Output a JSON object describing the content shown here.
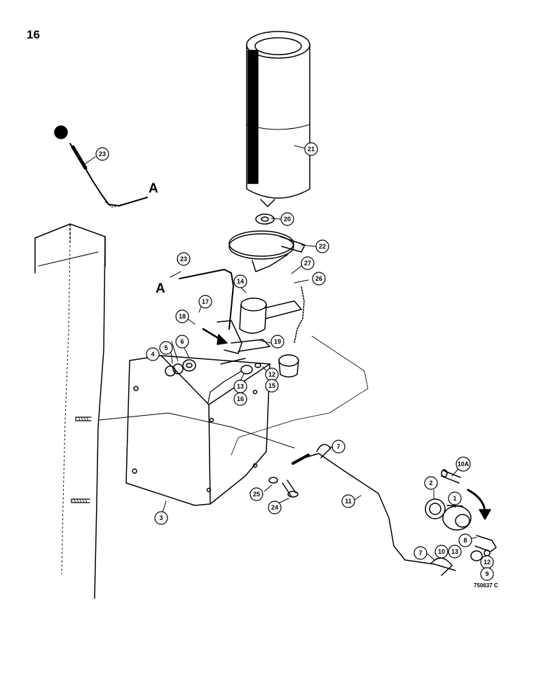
{
  "page_number": "16",
  "figure_code": "750637 C",
  "reference_letter": "A",
  "callouts": [
    "23",
    "21",
    "20",
    "22",
    "23",
    "27",
    "26",
    "14",
    "17",
    "18",
    "19",
    "5",
    "6",
    "4",
    "12",
    "13",
    "15",
    "16",
    "7",
    "10A",
    "2",
    "1",
    "11",
    "8",
    "25",
    "24",
    "3",
    "7",
    "10",
    "13",
    "12",
    "9"
  ]
}
